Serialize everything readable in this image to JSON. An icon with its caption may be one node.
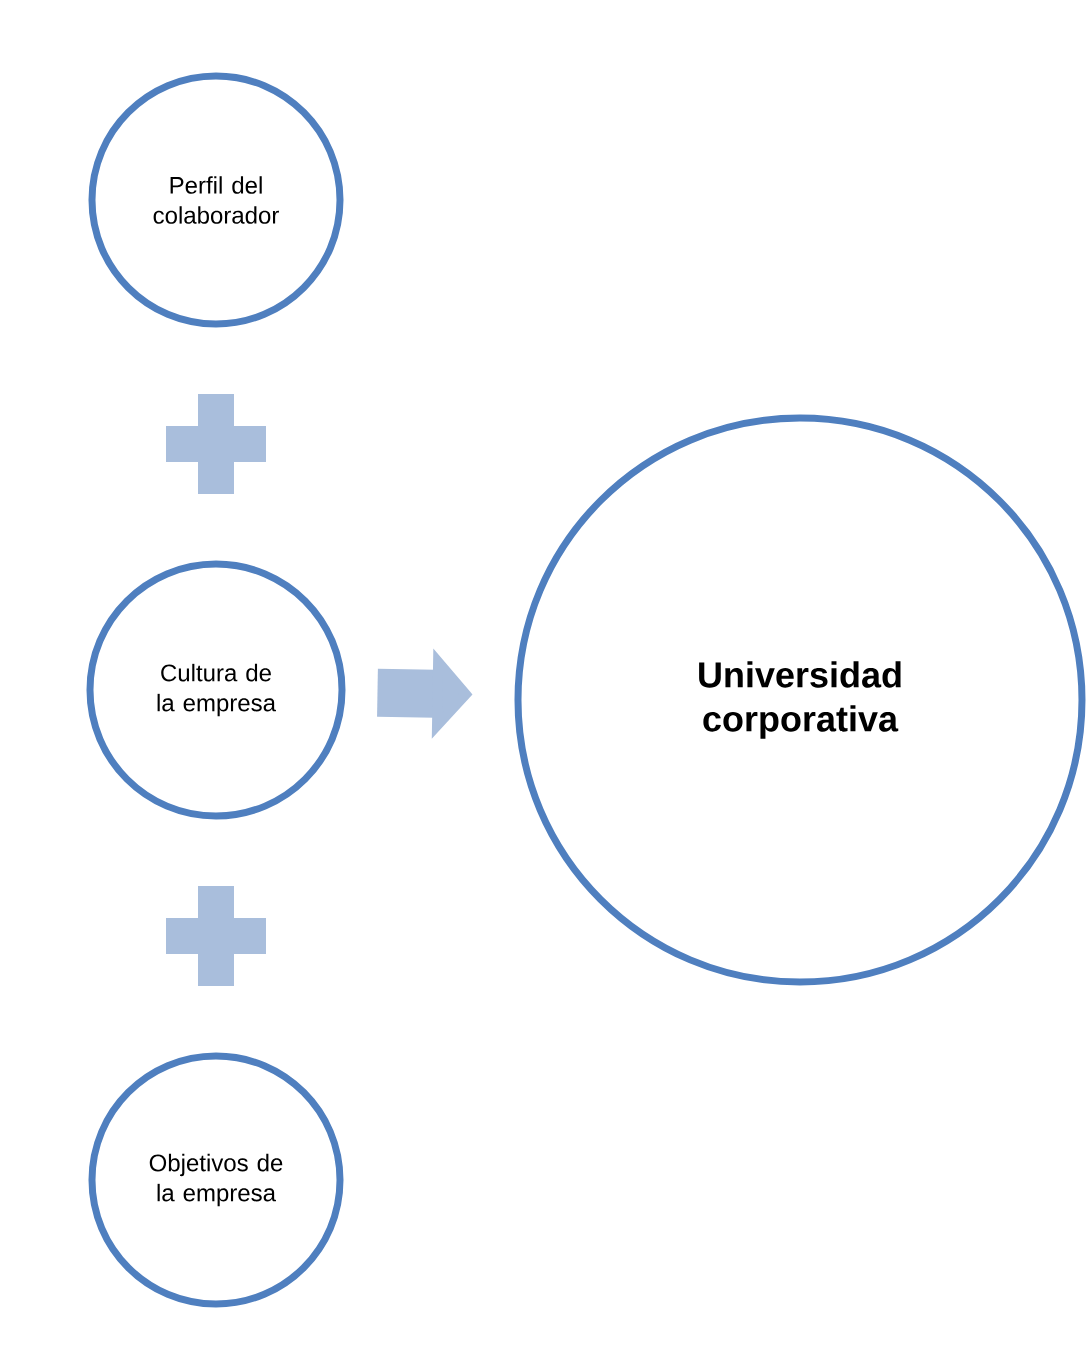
{
  "diagram": {
    "nodes": [
      {
        "text": [
          "Perfil del colaborador"
        ]
      },
      {
        "text": [
          "Cultura de la empresa"
        ]
      },
      {
        "text": [
          "Objetivos de la empresa"
        ]
      },
      {
        "text": [
          "Universidad corporativa"
        ]
      }
    ],
    "edges": [
      {
        "from": 1,
        "to": 3,
        "arrow": "to"
      }
    ]
  }
}
